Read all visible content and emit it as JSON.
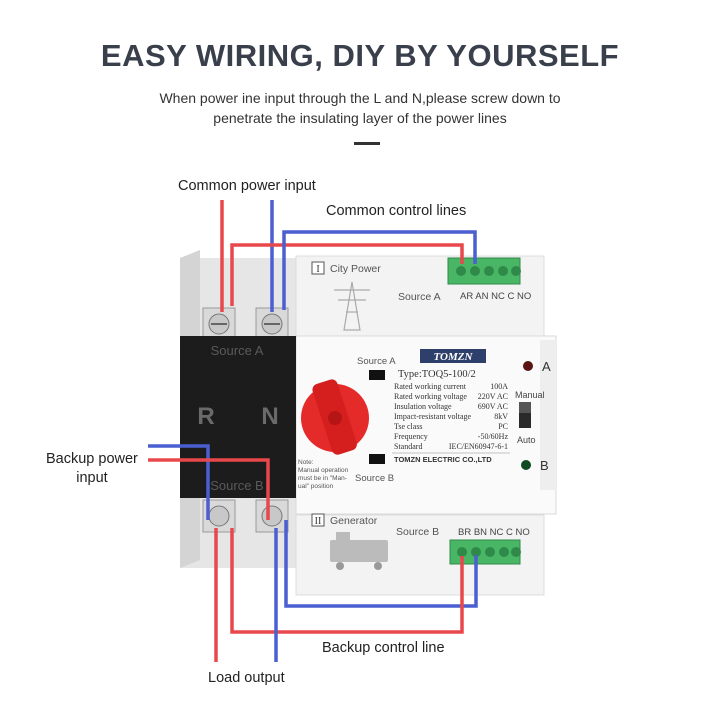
{
  "header": {
    "title": "EASY WIRING, DIY BY YOURSELF",
    "subtitle_line1": "When power ine input through the L and N,please screw down to",
    "subtitle_line2": "penetrate the insulating layer of the power lines"
  },
  "callouts": {
    "common_power_input": "Common power input",
    "common_control_lines": "Common control lines",
    "backup_power_input_line1": "Backup power",
    "backup_power_input_line2": "input",
    "backup_control_line": "Backup control line",
    "load_output": "Load output"
  },
  "device": {
    "brand": "TOMZN",
    "type": "Type:TOQ5-100/2",
    "top_module": {
      "badge": "I",
      "label": "City Power",
      "source": "Source A",
      "terminals": "AR AN NC C NO"
    },
    "bottom_module": {
      "badge": "II",
      "label": "Generator",
      "source": "Source B",
      "terminals": "BR BN NC C NO"
    },
    "black_block": {
      "source_a": "Source A",
      "source_b": "Source B",
      "left_letter": "R",
      "right_letter": "N"
    },
    "indicator_source_a": "Source A",
    "indicator_source_b": "Source B",
    "note": [
      "Note:",
      "Manual operation",
      "must be in  \"Man-",
      "ual\"  position"
    ],
    "specs": [
      {
        "label": "Rated working current",
        "value": "100A"
      },
      {
        "label": "Rated working voltage",
        "value": "220V  AC"
      },
      {
        "label": "Insulation voltage",
        "value": "690V  AC"
      },
      {
        "label": "Impact-resistant voltage",
        "value": "8kV"
      },
      {
        "label": "Tse class",
        "value": "PC"
      },
      {
        "label": "Frequency",
        "value": "-50/60Hz"
      },
      {
        "label": "Standard",
        "value": "IEC/EN60947-6-1"
      }
    ],
    "company": "TOMZN ELECTRIC CO.,LTD",
    "led_a": "A",
    "led_b": "B",
    "switch_manual": "Manual",
    "switch_auto": "Auto"
  },
  "colors": {
    "wire_red": "#e8484b",
    "wire_blue": "#4a5fd0",
    "terminal_green": "#3fae5a",
    "knob_red": "#e52a2a",
    "block_black": "#1c1c1c"
  }
}
